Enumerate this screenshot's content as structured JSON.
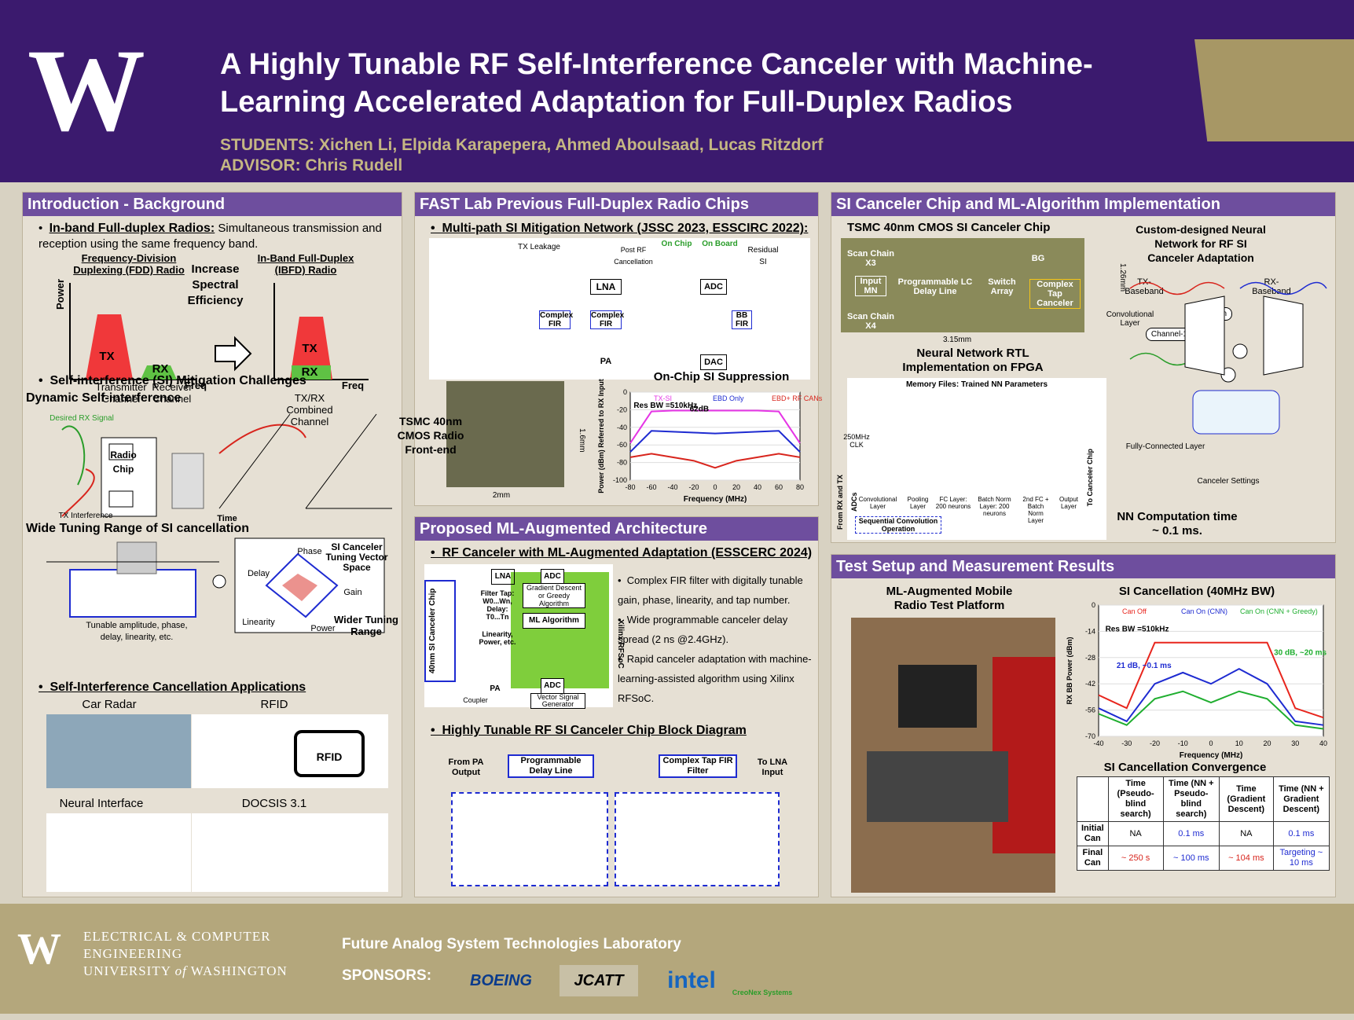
{
  "header": {
    "logo_letter": "W",
    "title": "A Highly Tunable RF Self-Interference Canceler with Machine-Learning Accelerated Adaptation for Full-Duplex Radios",
    "students": "STUDENTS: Xichen Li, Elpida Karapepera, Ahmed Aboulsaad, Lucas Ritzdorf",
    "advisor": "ADVISOR: Chris Rudell",
    "colors": {
      "purple": "#3b1a6e",
      "gold": "#b4a77c",
      "panel_head": "#6e4e9e"
    }
  },
  "intro": {
    "heading": "Introduction - Background",
    "b1_title": "In-band Full-duplex Radios:",
    "b1_text": "Simultaneous transmission and reception using the same frequency band.",
    "fdd_label": "Frequency-Division Duplexing (FDD) Radio",
    "ibfd_label": "In-Band Full-Duplex (IBFD) Radio",
    "increase": "Increase Spectral Efficiency",
    "power": "Power",
    "tx": "TX",
    "rx": "RX",
    "freq": "Freq",
    "transmitter_channel": "Transmitter Channel",
    "receiver_channel": "Receiver Channel",
    "combined_channel": "TX/RX Combined Channel",
    "b2_title": "Self-interference (SI) Mitigation Challenges",
    "dynamic": "Dynamic Self-interference",
    "desired": "Desired RX Signal",
    "radio_chip": "Radio Chip",
    "tx_interference": "TX Interference",
    "time": "Time",
    "wide": "Wide Tuning Range of SI cancellation",
    "tunable": "Tunable amplitude, phase, delay, linearity, etc.",
    "vector_space": "SI Canceler Tuning Vector Space",
    "phase": "Phase",
    "delay": "Delay",
    "gain": "Gain",
    "linearity": "Linearity",
    "power_axis": "Power",
    "wider": "Wider Tuning Range",
    "b3_title": "Self-Interference Cancellation Applications",
    "car_radar": "Car Radar",
    "rfid": "RFID",
    "rfid_tag": "RFID",
    "neural": "Neural Interface",
    "docsis": "DOCSIS 3.1"
  },
  "prev": {
    "heading": "FAST Lab Previous Full-Duplex Radio Chips",
    "b1": "Multi-path SI Mitigation Network (JSSC 2023, ESSCIRC 2022):",
    "on_chip": "On Chip",
    "on_board": "On Board",
    "tx_leakage": "TX Leakage",
    "post_rf": "Post RF Cancellation",
    "residual": "Residual SI",
    "lna": "LNA",
    "adc": "ADC",
    "pa": "PA",
    "dac": "DAC",
    "complex_fir": "Complex FIR",
    "bb_fir": "BB FIR",
    "tsmc_radio": "TSMC 40nm CMOS Radio Front-end",
    "dim_w": "2mm",
    "dim_h": "1.6mm",
    "onchip_title": "On-Chip SI Suppression",
    "db62": "62dB",
    "res_bw": "Res BW =510kHz",
    "legend": [
      "TX-SI",
      "EBD Only",
      "EBD+ RF CANs"
    ],
    "xlabel": "Frequency (MHz)",
    "ylabel": "Power (dBm) Referred to RX Input"
  },
  "prop": {
    "heading": "Proposed ML-Augmented Architecture",
    "b1": "RF Canceler with ML-Augmented Adaptation (ESSCERC 2024)",
    "lna": "LNA",
    "adc": "ADC",
    "pa": "PA",
    "coupler": "Coupler",
    "vsg": "Vector Signal Generator",
    "gradient": "Gradient Descent or Greedy Algorithm",
    "ml": "ML Algorithm",
    "filter_tap": "Filter Tap: W0...Wn, Delay: T0...Tn",
    "linearity": "Linearity, Power, etc.",
    "xilinx": "Xilinx RFSoC",
    "chip40": "40nm SI Canceler Chip",
    "bullets": [
      "Complex FIR filter with digitally tunable gain, phase, linearity, and tap number.",
      "Wide programmable canceler delay spread (2 ns @2.4GHz).",
      "Rapid canceler adaptation with machine-learning-assisted algorithm using Xilinx RFSoC."
    ],
    "b2": "Highly Tunable RF SI Canceler Chip Block Diagram",
    "from_pa": "From PA Output",
    "prog_delay": "Programmable Delay Line",
    "complex_tap": "Complex Tap FIR Filter",
    "to_lna": "To LNA Input"
  },
  "chip": {
    "heading": "SI Canceler Chip and ML-Algorithm Implementation",
    "tsmc": "TSMC 40nm CMOS SI Canceler Chip",
    "scan3": "Scan Chain X3",
    "scan4": "Scan Chain X4",
    "input_mn": "Input MN",
    "prog_lc": "Programmable LC Delay Line",
    "switch": "Switch Array",
    "bg": "BG",
    "complex_tap": "Complex Tap Canceler",
    "dim_w": "3.15mm",
    "dim_h": "1.26mm",
    "nn_rtl": "Neural Network RTL Implementation on FPGA",
    "memory": "Memory Files: Trained NN Parameters",
    "clk": "250MHz CLK",
    "from_rx": "From RX and TX ADCs",
    "to_chip": "To Canceler Chip",
    "layers": [
      "Convolutional Layer",
      "Pooling Layer",
      "FC Layer: 200 neurons",
      "Batch Norm Layer: 200 neurons",
      "2nd FC + Batch Norm Layer",
      "Output Layer"
    ],
    "seq_conv": "Sequential Convolution Operation",
    "custom_nn": "Custom-designed Neural Network for RF SI Canceler Adaptation",
    "tx_bb": "TX-Baseband",
    "rx_bb": "RX-Baseband",
    "conv_layer": "Convolutional Layer",
    "channel_n": "Channel-n",
    "channel_1": "Channel-1",
    "fc_layer": "Fully-Connected Layer",
    "canceler_settings": "Canceler Settings",
    "nn_time": "NN Computation time ~ 0.1 ms."
  },
  "test": {
    "heading": "Test Setup and Measurement Results",
    "platform": "ML-Augmented Mobile Radio Test Platform",
    "si_title": "SI Cancellation (40MHz BW)",
    "legend": [
      "Can Off",
      "Can On (CNN)",
      "Can On (CNN + Greedy)"
    ],
    "res_bw": "Res BW =510kHz",
    "ann1": "21 dB, ~0.1 ms",
    "ann2": "30 dB, ~20 ms",
    "xlabel": "Frequency (MHz)",
    "ylabel": "RX BB Power (dBm)",
    "conv_title": "SI Cancellation Convergence",
    "table": {
      "headers": [
        "",
        "Time (Pseudo-blind search)",
        "Time (NN + Pseudo-blind search)",
        "Time (Gradient Descent)",
        "Time (NN + Gradient Descent)"
      ],
      "rows": [
        [
          "Initial Can",
          "NA",
          "0.1 ms",
          "NA",
          "0.1 ms"
        ],
        [
          "Final Can",
          "~ 250 s",
          "~ 100 ms",
          "~ 104 ms",
          "Targeting ~ 10 ms"
        ]
      ]
    }
  },
  "chart_data": [
    {
      "type": "line",
      "title": "On-Chip SI Suppression",
      "xlabel": "Frequency (MHz)",
      "ylabel": "Power (dBm) Referred to RX Input",
      "xlim": [
        -80,
        80
      ],
      "ylim": [
        -100,
        0
      ],
      "x": [
        -80,
        -60,
        -40,
        -20,
        0,
        20,
        40,
        60,
        80
      ],
      "series": [
        {
          "name": "TX-SI",
          "values": [
            -58,
            -22,
            -21,
            -21,
            -21,
            -21,
            -21,
            -22,
            -58
          ]
        },
        {
          "name": "EBD Only",
          "values": [
            -68,
            -44,
            -45,
            -46,
            -47,
            -46,
            -45,
            -44,
            -68
          ]
        },
        {
          "name": "EBD+ RF CANs",
          "values": [
            -74,
            -70,
            -74,
            -78,
            -86,
            -78,
            -74,
            -70,
            -74
          ]
        }
      ]
    },
    {
      "type": "line",
      "title": "SI Cancellation (40MHz BW)",
      "xlabel": "Frequency (MHz)",
      "ylabel": "RX BB Power (dBm)",
      "xlim": [
        -40,
        40
      ],
      "ylim": [
        -70,
        0
      ],
      "x": [
        -40,
        -30,
        -20,
        -10,
        0,
        10,
        20,
        30,
        40
      ],
      "series": [
        {
          "name": "Can Off",
          "values": [
            -48,
            -55,
            -20,
            -20,
            -20,
            -20,
            -20,
            -55,
            -60
          ]
        },
        {
          "name": "Can On (CNN)",
          "values": [
            -55,
            -62,
            -42,
            -36,
            -42,
            -34,
            -42,
            -62,
            -64
          ]
        },
        {
          "name": "Can On (CNN + Greedy)",
          "values": [
            -58,
            -64,
            -50,
            -46,
            -52,
            -46,
            -50,
            -64,
            -66
          ]
        }
      ]
    }
  ]
}
